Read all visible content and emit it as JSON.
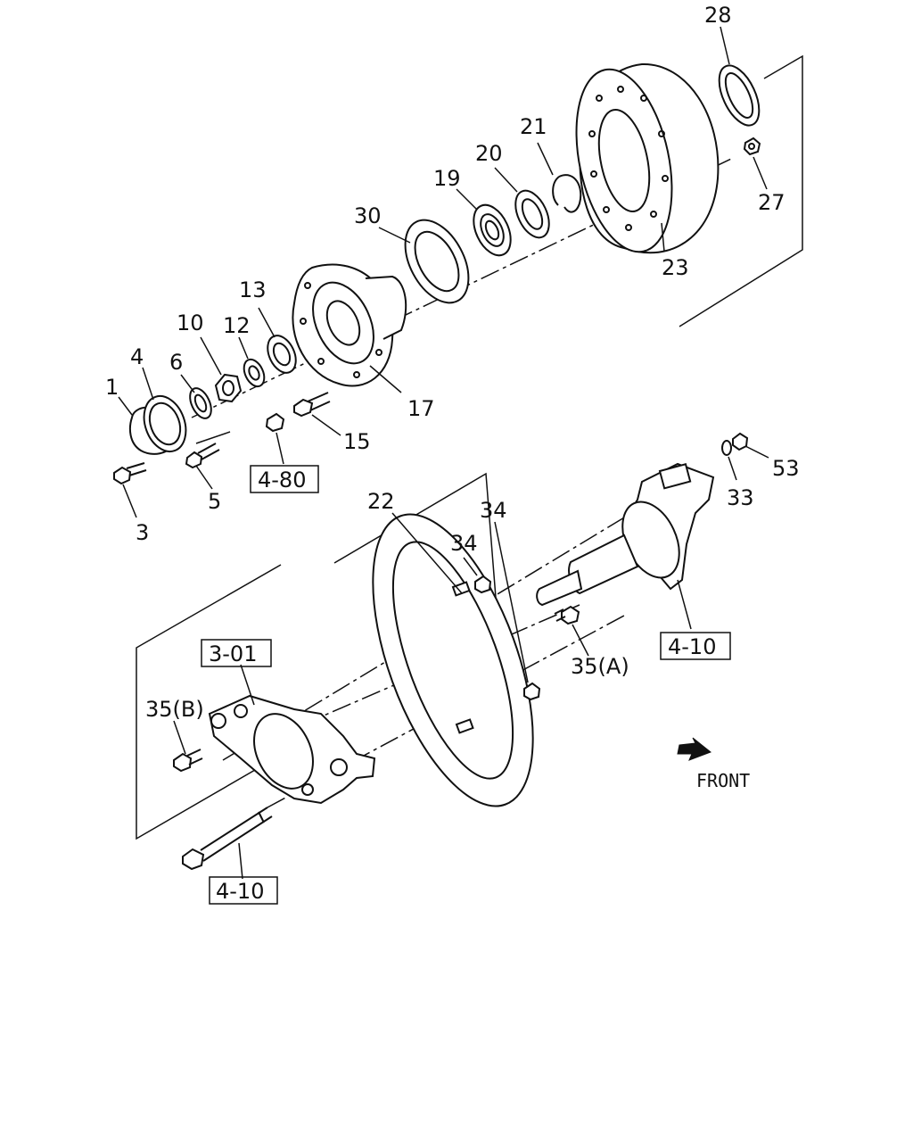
{
  "callouts": [
    {
      "id": "c1",
      "label": "1"
    },
    {
      "id": "c3",
      "label": "3"
    },
    {
      "id": "c4",
      "label": "4"
    },
    {
      "id": "c5",
      "label": "5"
    },
    {
      "id": "c6",
      "label": "6"
    },
    {
      "id": "c10",
      "label": "10"
    },
    {
      "id": "c12",
      "label": "12"
    },
    {
      "id": "c13",
      "label": "13"
    },
    {
      "id": "c15",
      "label": "15"
    },
    {
      "id": "c17",
      "label": "17"
    },
    {
      "id": "c19",
      "label": "19"
    },
    {
      "id": "c20",
      "label": "20"
    },
    {
      "id": "c21",
      "label": "21"
    },
    {
      "id": "c22",
      "label": "22"
    },
    {
      "id": "c23",
      "label": "23"
    },
    {
      "id": "c27",
      "label": "27"
    },
    {
      "id": "c28",
      "label": "28"
    },
    {
      "id": "c30",
      "label": "30"
    },
    {
      "id": "c33",
      "label": "33"
    },
    {
      "id": "c34a",
      "label": "34"
    },
    {
      "id": "c34b",
      "label": "34"
    },
    {
      "id": "c35a",
      "label": "35(A)"
    },
    {
      "id": "c35b",
      "label": "35(B)"
    },
    {
      "id": "c53",
      "label": "53"
    }
  ],
  "references": [
    {
      "id": "r480",
      "label": "4-80"
    },
    {
      "id": "r301",
      "label": "3-01"
    },
    {
      "id": "r410a",
      "label": "4-10"
    },
    {
      "id": "r410b",
      "label": "4-10"
    }
  ],
  "front_label": "FRONT"
}
